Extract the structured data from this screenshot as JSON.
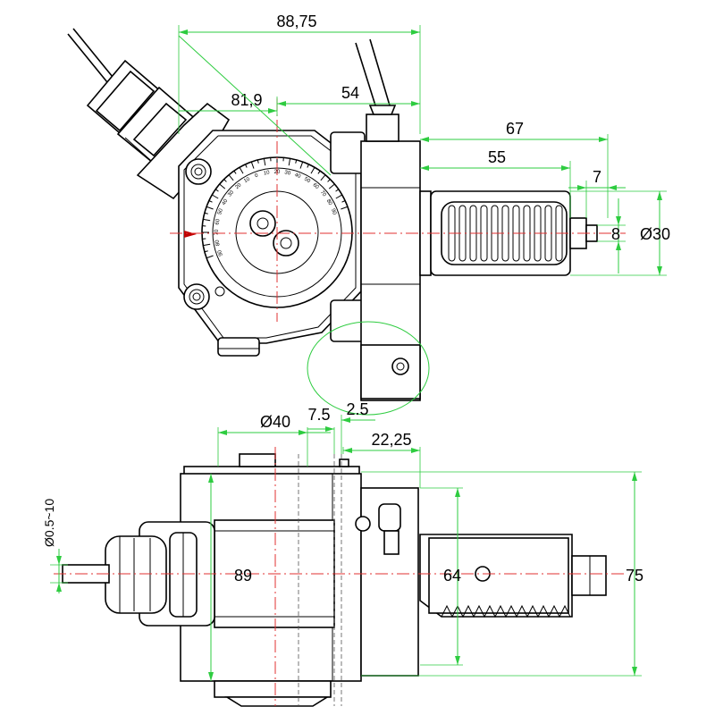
{
  "top_view": {
    "dimensions": {
      "overall_width": "88,75",
      "angled_length": "81,9",
      "shank_offset": "54",
      "body_to_end": "67",
      "shank_length": "55",
      "pilot_length": "7",
      "pilot_diameter": "8",
      "shank_diameter": "Ø30"
    },
    "scale_labels": [
      "90",
      "80",
      "70",
      "60",
      "50",
      "40",
      "30",
      "20",
      "10",
      "0",
      "10",
      "20",
      "30",
      "40",
      "50",
      "60",
      "70",
      "80",
      "90"
    ]
  },
  "side_view": {
    "dimensions": {
      "spindle_diameter": "Ø40",
      "offset_a": "7.5",
      "offset_b": "2.5",
      "flange_offset": "22,25",
      "collet_range": "Ø0.5~10",
      "center_height": "89",
      "shank_center": "64",
      "overall_height": "75"
    }
  },
  "colors": {
    "outline": "#000000",
    "dimension": "#2ecc40",
    "centerline": "#e03030"
  }
}
